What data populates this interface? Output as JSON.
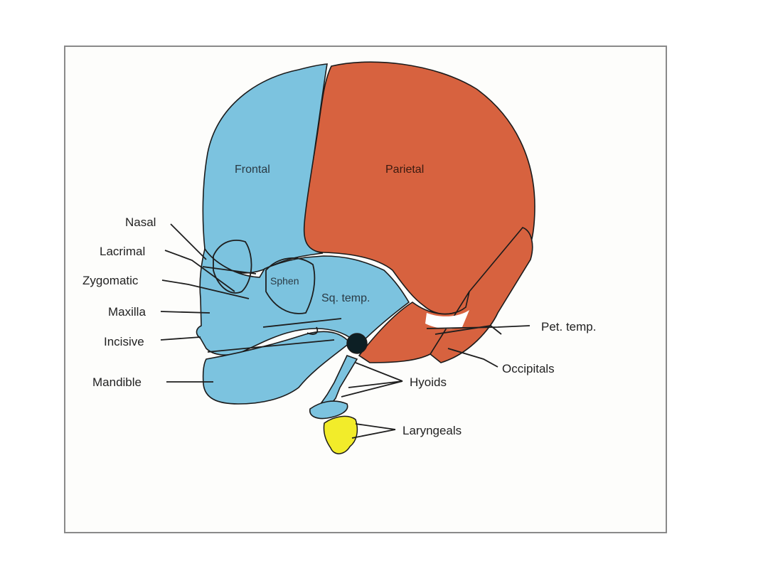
{
  "labels": {
    "frontal": "Frontal",
    "parietal": "Parietal",
    "sphen": "Sphen",
    "sq_temp": "Sq. temp.",
    "nasal": "Nasal",
    "lacrimal": "Lacrimal",
    "zygomatic": "Zygomatic",
    "maxilla": "Maxilla",
    "incisive": "Incisive",
    "mandible": "Mandible",
    "pet_temp": "Pet. temp.",
    "occipitals": "Occipitals",
    "hyoids": "Hyoids",
    "laryngeals": "Laryngeals"
  },
  "colors": {
    "membrane_bone": "#7cc3df",
    "cartilage_bone": "#d7623f",
    "laryngeal": "#f2ec2a",
    "outline": "#1b1b1b"
  }
}
